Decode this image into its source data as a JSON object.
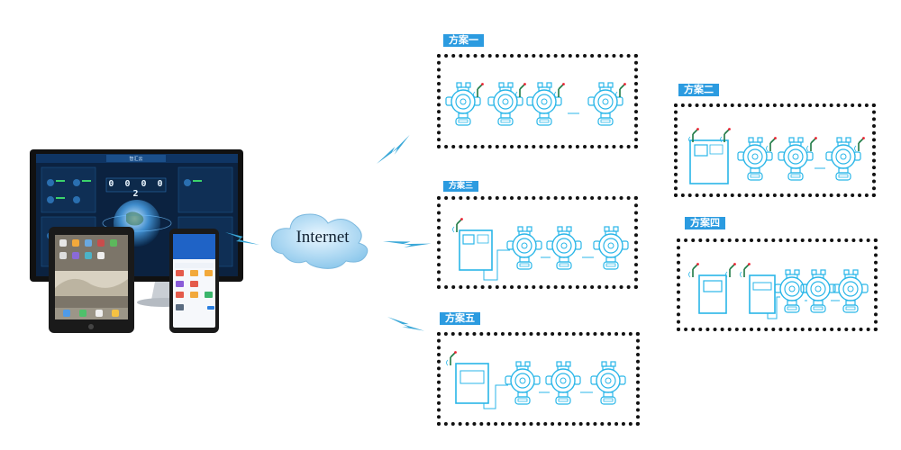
{
  "internet": {
    "label": "Internet"
  },
  "monitor": {
    "title": "智汇云",
    "counter": "0 0 0 0 2"
  },
  "schemes": [
    {
      "id": "s1",
      "label": "方案一"
    },
    {
      "id": "s2",
      "label": "方案二"
    },
    {
      "id": "s3",
      "label": "方案三"
    },
    {
      "id": "s4",
      "label": "方案四"
    },
    {
      "id": "s5",
      "label": "方案五"
    }
  ],
  "colors": {
    "accent": "#2b9be0",
    "line": "#29b6e8",
    "border": "#111111"
  }
}
